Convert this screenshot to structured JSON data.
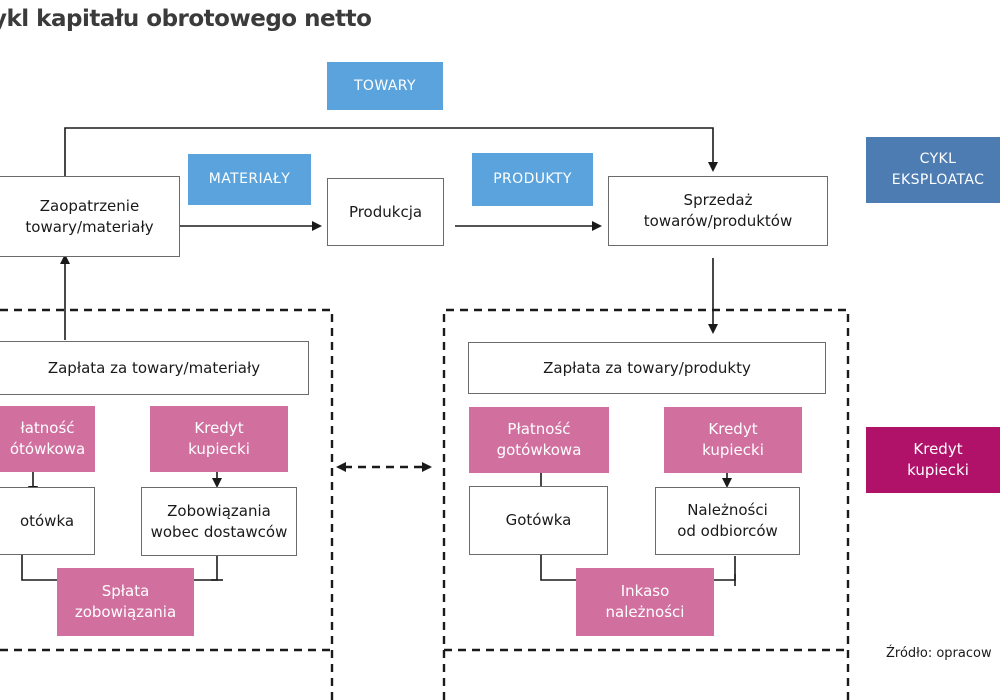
{
  "title": "ykl kapitału obrotowego netto",
  "tags": {
    "towary": "TOWARY",
    "materialy": "MATERIAŁY",
    "produkty": "PRODUKTY",
    "cykl": "CYKL\nEKSPLOATAC",
    "kredyt_side": "Kredyt\nkupiecki"
  },
  "process": {
    "zaopatrzenie": "Zaopatrzenie\ntowary/materiały",
    "produkcja": "Produkcja",
    "sprzedaz": "Sprzedaż\ntowarów/produktów"
  },
  "left_group": {
    "header": "Zapłata za towary/materiały",
    "platnosc": "łatność\nótówkowa",
    "kredyt": "Kredyt\nkupiecki",
    "gotowka": "otówka",
    "zobowiazania": "Zobowiązania\nwobec dostawców",
    "splata": "Spłata\nzobowiązania"
  },
  "right_group": {
    "header": "Zapłata za towary/produkty",
    "platnosc": "Płatność\ngotówkowa",
    "kredyt": "Kredyt\nkupiecki",
    "gotowka": "Gotówka",
    "naleznosci": "Należności\nod odbiorców",
    "inkaso": "Inkaso\nnależności"
  },
  "source": "Źródło: opracow",
  "colors": {
    "blue_tag": "#5aa3dc",
    "pink": "#d1709f",
    "steel_blue": "#4d7cb3",
    "magenta": "#b0126a"
  }
}
